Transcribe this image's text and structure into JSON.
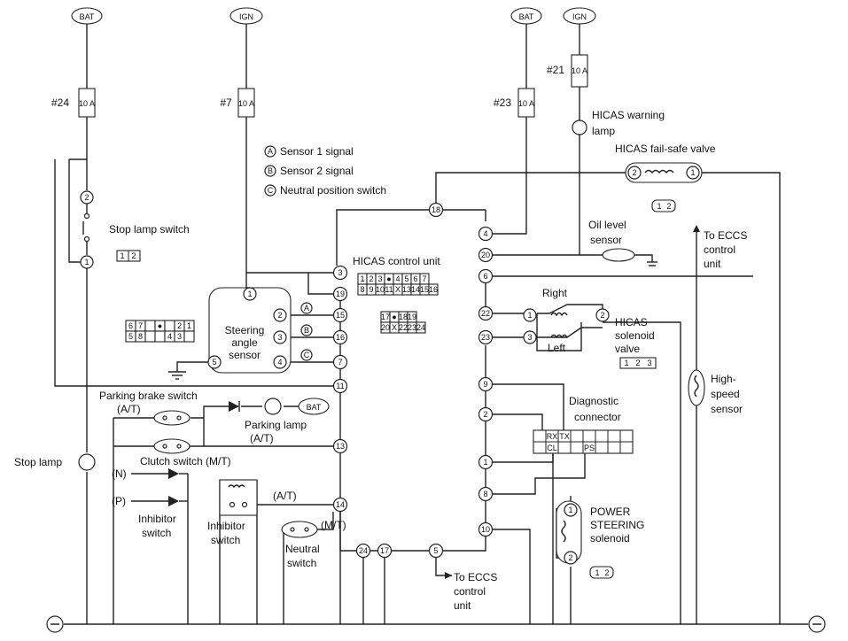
{
  "power": {
    "bat": "BAT",
    "ign": "IGN"
  },
  "fuses": {
    "f24": {
      "num": "#24",
      "rating": "10 A"
    },
    "f7": {
      "num": "#7",
      "rating": "10 A"
    },
    "f23": {
      "num": "#23",
      "rating": "10 A"
    },
    "f21": {
      "num": "#21",
      "rating": "10 A"
    }
  },
  "legend": [
    {
      "key": "A",
      "text": "Sensor 1 signal"
    },
    {
      "key": "B",
      "text": "Sensor 2 signal"
    },
    {
      "key": "C",
      "text": "Neutral position switch"
    }
  ],
  "labels": {
    "stop_lamp_switch": "Stop lamp switch",
    "hicas_control_unit": "HICAS control unit",
    "hicas_warning_lamp": [
      "HICAS warning",
      "lamp"
    ],
    "hicas_failsafe_valve": "HICAS fail-safe valve",
    "oil_level_sensor": [
      "Oil level",
      "sensor"
    ],
    "to_eccs_right": [
      "To ECCS",
      "control",
      "unit"
    ],
    "steering_angle_sensor": [
      "Steering",
      "angle",
      "sensor"
    ],
    "right": "Right",
    "left": "Left",
    "hicas_solenoid_valve": [
      "HICAS",
      "solenoid",
      "valve"
    ],
    "high_speed_sensor": [
      "High-",
      "speed",
      "sensor"
    ],
    "parking_brake_switch": [
      "Parking brake switch",
      "(A/T)"
    ],
    "parking_lamp": [
      "Parking lamp",
      "(A/T)"
    ],
    "stop_lamp": "Stop lamp",
    "clutch_switch": "Clutch switch (M/T)",
    "n": "(N)",
    "p": "(P)",
    "at": "(A/T)",
    "mt": "(M/T)",
    "inhibitor_switch_left": [
      "Inhibitor",
      "switch"
    ],
    "inhibitor_switch_mid": [
      "Inhibitor",
      "switch"
    ],
    "neutral_switch": [
      "Neutral",
      "switch"
    ],
    "diagnostic_connector": [
      "Diagnostic",
      "connector"
    ],
    "power_steering_solenoid": [
      "POWER",
      "STEERING",
      "solenoid"
    ],
    "to_eccs_bottom": [
      "To ECCS",
      "control",
      "unit"
    ],
    "diag_pins": [
      "RX",
      "TX",
      "CL",
      "PS"
    ]
  },
  "pins": {
    "cu_left": [
      "18",
      "3",
      "19",
      "15",
      "16",
      "7",
      "11",
      "13",
      "14",
      "24",
      "17",
      "5",
      "10"
    ],
    "cu_right": [
      "4",
      "20",
      "6",
      "22",
      "23",
      "9",
      "2",
      "1",
      "8"
    ],
    "sensor": [
      "1",
      "2",
      "3",
      "4",
      "5"
    ],
    "stoplamp_switch": [
      "2",
      "1"
    ],
    "failsafe": [
      "2",
      "1"
    ],
    "solenoid": [
      "1",
      "3",
      "2"
    ],
    "ps_solenoid": [
      "1",
      "2"
    ]
  },
  "connector_grids": {
    "cu_upper": [
      [
        "1",
        "2",
        "3",
        "●",
        "4",
        "5",
        "6",
        "7"
      ],
      [
        "8",
        "9",
        "10",
        "11",
        "X",
        "13",
        "14",
        "15",
        "16"
      ]
    ],
    "cu_lower": [
      [
        "17",
        "●",
        "18",
        "19"
      ],
      [
        "20",
        "X",
        "22",
        "23",
        "24"
      ]
    ],
    "sensor_conn": [
      [
        "6",
        "7",
        "",
        "●",
        "",
        "2",
        "1"
      ],
      [
        "5",
        "8",
        "",
        "",
        "4",
        "3",
        ""
      ]
    ],
    "stoplamp_conn": [
      "1",
      "2"
    ],
    "failsafe_conn": [
      "1",
      "2"
    ],
    "solenoid_conn": [
      "1",
      "2",
      "3"
    ],
    "ps_conn": [
      "1",
      "2"
    ]
  }
}
